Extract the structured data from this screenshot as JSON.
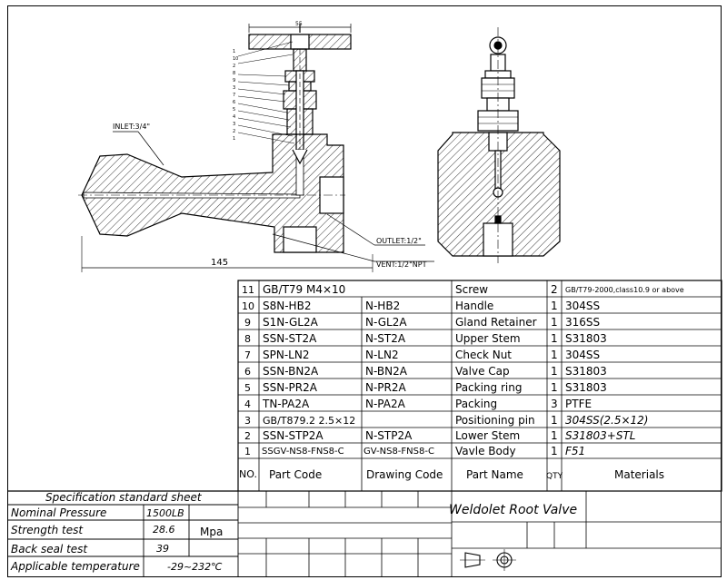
{
  "drawing": {
    "labels": {
      "inlet": "INLET:3/4\"",
      "outlet": "OUTLET:1/2\"",
      "vent": "VENT:1/2\"NPT",
      "length": "145",
      "top_dim": "55"
    },
    "balloon_numbers": [
      "1",
      "10",
      "2",
      "8",
      "9",
      "3",
      "7",
      "6",
      "5",
      "4",
      "3",
      "2",
      "1"
    ]
  },
  "bom": {
    "headers": {
      "no": "NO.",
      "part_code": "Part Code",
      "drawing_code": "Drawing Code",
      "part_name": "Part Name",
      "qty": "QTY",
      "materials": "Materials"
    },
    "rows": [
      {
        "no": "11",
        "part_code": "GB/T79 M4×10",
        "drawing_code": "",
        "part_name": "Screw",
        "qty": "2",
        "material": "GB/T79-2000,class10.9 or above"
      },
      {
        "no": "10",
        "part_code": "S8N-HB2",
        "drawing_code": "N-HB2",
        "part_name": "Handle",
        "qty": "1",
        "material": "304SS"
      },
      {
        "no": "9",
        "part_code": "S1N-GL2A",
        "drawing_code": "N-GL2A",
        "part_name": "Gland Retainer",
        "qty": "1",
        "material": "316SS"
      },
      {
        "no": "8",
        "part_code": "SSN-ST2A",
        "drawing_code": "N-ST2A",
        "part_name": "Upper Stem",
        "qty": "1",
        "material": "S31803"
      },
      {
        "no": "7",
        "part_code": "SPN-LN2",
        "drawing_code": "N-LN2",
        "part_name": "Check Nut",
        "qty": "1",
        "material": "304SS"
      },
      {
        "no": "6",
        "part_code": "SSN-BN2A",
        "drawing_code": "N-BN2A",
        "part_name": "Valve Cap",
        "qty": "1",
        "material": "S31803"
      },
      {
        "no": "5",
        "part_code": "SSN-PR2A",
        "drawing_code": "N-PR2A",
        "part_name": "Packing ring",
        "qty": "1",
        "material": "S31803"
      },
      {
        "no": "4",
        "part_code": "TN-PA2A",
        "drawing_code": "N-PA2A",
        "part_name": "Packing",
        "qty": "3",
        "material": "PTFE"
      },
      {
        "no": "3",
        "part_code": "GB/T879.2 2.5×12",
        "drawing_code": "",
        "part_name": "Positioning pin",
        "qty": "1",
        "material": "304SS(2.5×12)"
      },
      {
        "no": "2",
        "part_code": "SSN-STP2A",
        "drawing_code": "N-STP2A",
        "part_name": "Lower Stem",
        "qty": "1",
        "material": "S31803+STL"
      },
      {
        "no": "1",
        "part_code": "SSGV-NS8-FNS8-C",
        "drawing_code": "GV-NS8-FNS8-C",
        "part_name": "Vavle Body",
        "qty": "1",
        "material": "F51"
      }
    ]
  },
  "spec": {
    "title": "Specification standard sheet",
    "rows": [
      {
        "label": "Nominal Pressure",
        "value": "1500LB"
      },
      {
        "label": "Strength test",
        "value": "28.6"
      },
      {
        "label": "Back seal test",
        "value": "39"
      },
      {
        "label": "Applicable temperature",
        "value": "-29~232℃"
      }
    ],
    "unit": "Mpa"
  },
  "title_block": {
    "title": "Weldolet Root Valve"
  }
}
